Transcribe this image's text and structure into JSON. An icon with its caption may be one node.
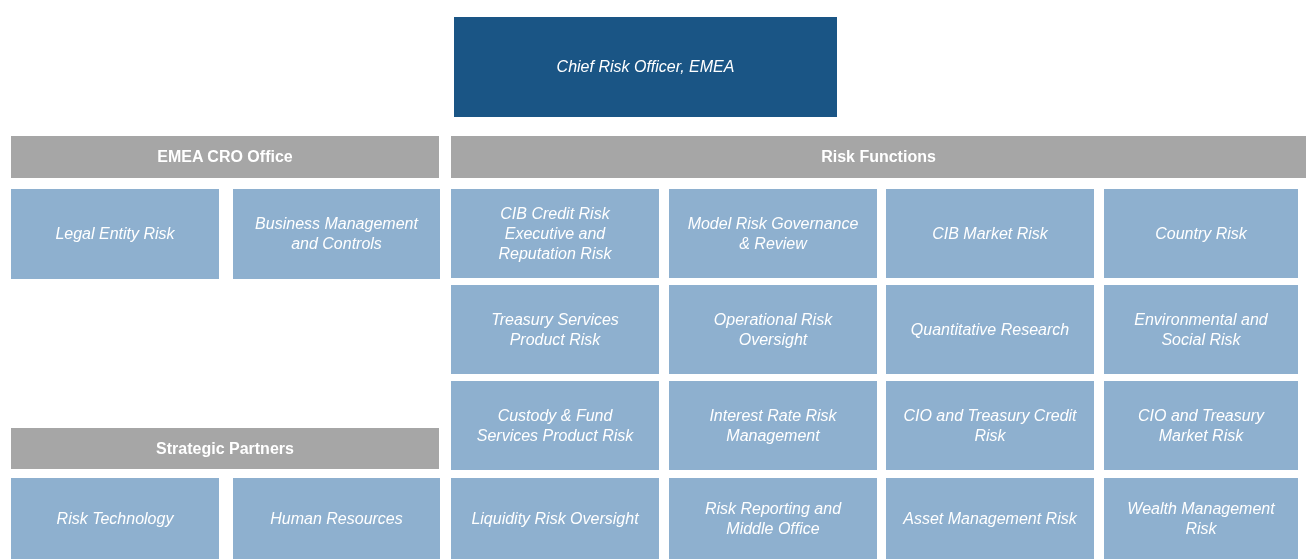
{
  "diagram": {
    "nodes": [
      {
        "text": [
          "Chief Risk Officer, EMEA"
        ]
      },
      {
        "text": [
          "EMEA CRO Office"
        ]
      },
      {
        "text": [
          "Risk Functions"
        ]
      },
      {
        "text": [
          "Legal Entity Risk"
        ]
      },
      {
        "text": [
          "Business Management and Controls"
        ]
      },
      {
        "text": [
          "CIB Credit Risk Executive and Reputation Risk"
        ]
      },
      {
        "text": [
          "Model Risk Governance & Review"
        ]
      },
      {
        "text": [
          "CIB Market Risk"
        ]
      },
      {
        "text": [
          "Country Risk"
        ]
      },
      {
        "text": [
          "Treasury Services Product Risk"
        ]
      },
      {
        "text": [
          "Operational Risk Oversight"
        ]
      },
      {
        "text": [
          "Quantitative Research"
        ]
      },
      {
        "text": [
          "Environmental and Social Risk"
        ]
      },
      {
        "text": [
          "Custody & Fund Services Product Risk"
        ]
      },
      {
        "text": [
          "Interest Rate Risk Management"
        ]
      },
      {
        "text": [
          "CIO and Treasury Credit Risk"
        ]
      },
      {
        "text": [
          "CIO and Treasury Market Risk"
        ]
      },
      {
        "text": [
          "Strategic Partners"
        ]
      },
      {
        "text": [
          "Risk Technology"
        ]
      },
      {
        "text": [
          "Human Resources"
        ]
      },
      {
        "text": [
          "Liquidity Risk Oversight"
        ]
      },
      {
        "text": [
          "Risk Reporting and Middle Office"
        ]
      },
      {
        "text": [
          "Asset Management Risk"
        ]
      },
      {
        "text": [
          "Wealth Management Risk"
        ]
      }
    ]
  }
}
